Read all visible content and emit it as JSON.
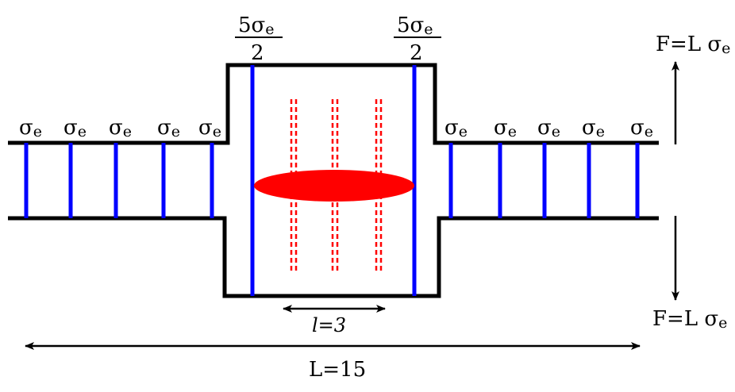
{
  "labels": {
    "sigma": "σ",
    "sub_e": "e",
    "five": "5",
    "two": "2",
    "force_left": "F=L",
    "inner_length": "l=3",
    "total_length": "L=15"
  },
  "colors": {
    "outline": "#000000",
    "bond": "#0000ff",
    "crack": "#ff0000"
  },
  "icons": {
    "upward_force": "arrow-up-icon",
    "downward_force": "arrow-down-icon",
    "crack_shape": "ellipse-crack-icon"
  }
}
